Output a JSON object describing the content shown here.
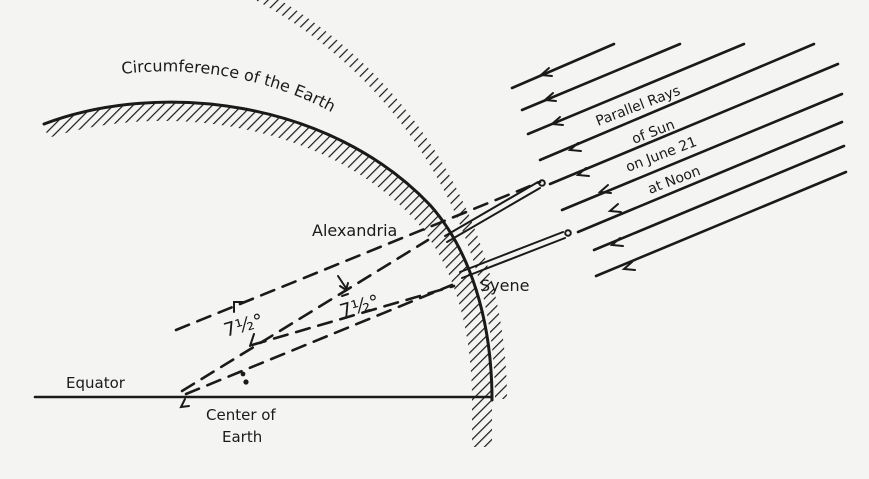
{
  "diagram": {
    "labels": {
      "circumference": "Circumference of the Earth",
      "rays_line1": "Parallel Rays",
      "rays_line2": "of Sun",
      "rays_line3": "on June 21",
      "rays_line4": "at Noon",
      "alexandria": "Alexandria",
      "syene": "Syene",
      "equator": "Equator",
      "center_line1": "Center of",
      "center_line2": "Earth",
      "angle_left": "7½°",
      "angle_right": "7½°"
    },
    "colors": {
      "ink": "#1a1a1a",
      "paper": "#f4f4f2"
    }
  }
}
